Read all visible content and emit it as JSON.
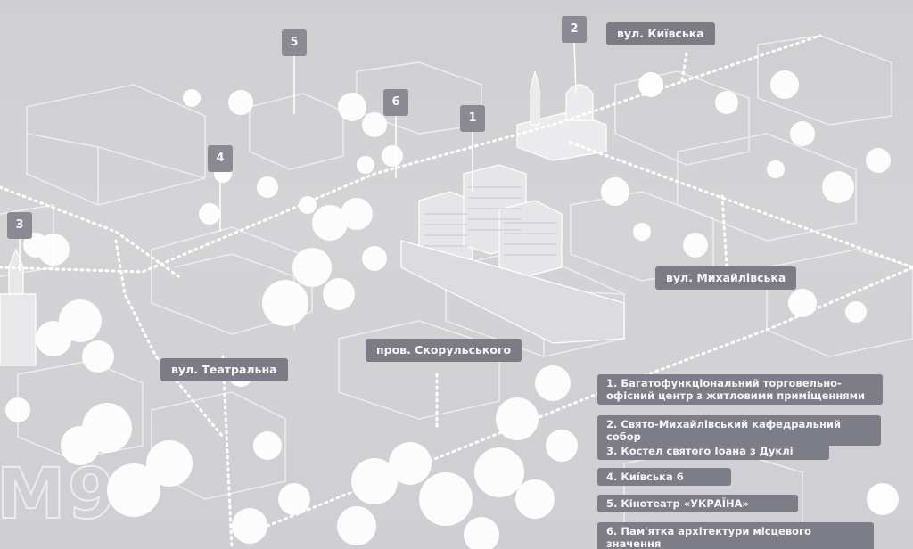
{
  "markers": {
    "m1": "1",
    "m2": "2",
    "m3": "3",
    "m4": "4",
    "m5": "5",
    "m6": "6"
  },
  "streets": {
    "kyivska": "вул. Київська",
    "mykhailivska": "вул. Михайлівська",
    "teatralna": "вул. Театральна",
    "skorulskoho": "пров. Скорульського"
  },
  "legend": [
    "1. Багатофункціональний торговельно-офісний центр з житловими приміщеннями",
    "2. Свято-Михайлівський кафедральний собор",
    "3. Костел святого Іоана з Дуклі",
    "4. Київська 6",
    "5. Кінотеатр «УКРАЇНА»",
    "6. Пам'ятка архітектури місцевого значення"
  ],
  "watermark": "M9",
  "colors": {
    "background": "#d2d2d5",
    "label_fill": "#7c7c86",
    "tree": "#ffffff",
    "street_dots": "#ffffff"
  }
}
